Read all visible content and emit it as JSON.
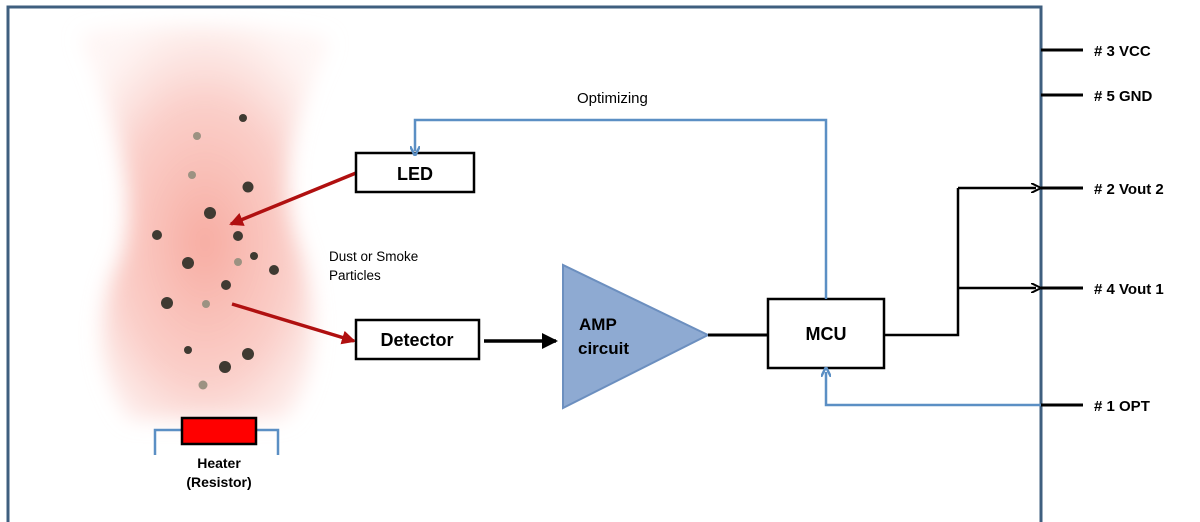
{
  "diagram": {
    "labels": {
      "optimizing": "Optimizing",
      "led": "LED",
      "detector": "Detector",
      "amp_line1": "AMP",
      "amp_line2": "circuit",
      "mcu": "MCU",
      "particles_line1": "Dust or Smoke",
      "particles_line2": "Particles",
      "heater_line1": "Heater",
      "heater_line2": "(Resistor)"
    },
    "pins": {
      "vcc": "# 3 VCC",
      "gnd": "# 5 GND",
      "vout2": "# 2 Vout 2",
      "vout1": "# 4 Vout 1",
      "opt": "# 1 OPT"
    },
    "colors": {
      "frame": "#3f5f7f",
      "feedback": "#5b8fc4",
      "amp_fill": "#8eaad2",
      "light_ray": "#b01010",
      "heater": "#ff0000",
      "cloud": "#f7b6ae",
      "particle_dark": "#3f3a32",
      "particle_light": "#9c9282"
    }
  }
}
